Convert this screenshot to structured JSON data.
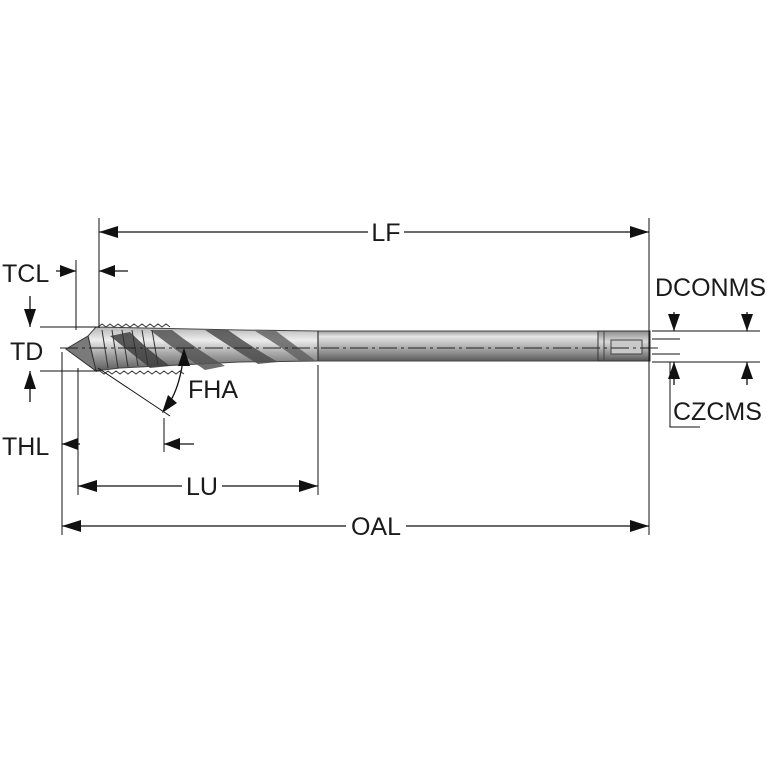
{
  "diagram": {
    "labels": {
      "lf": "LF",
      "tcl": "TCL",
      "dconms": "DCONMS",
      "td": "TD",
      "fha": "FHA",
      "czcms": "CZCMS",
      "thl": "THL",
      "lu": "LU",
      "oal": "OAL"
    }
  }
}
